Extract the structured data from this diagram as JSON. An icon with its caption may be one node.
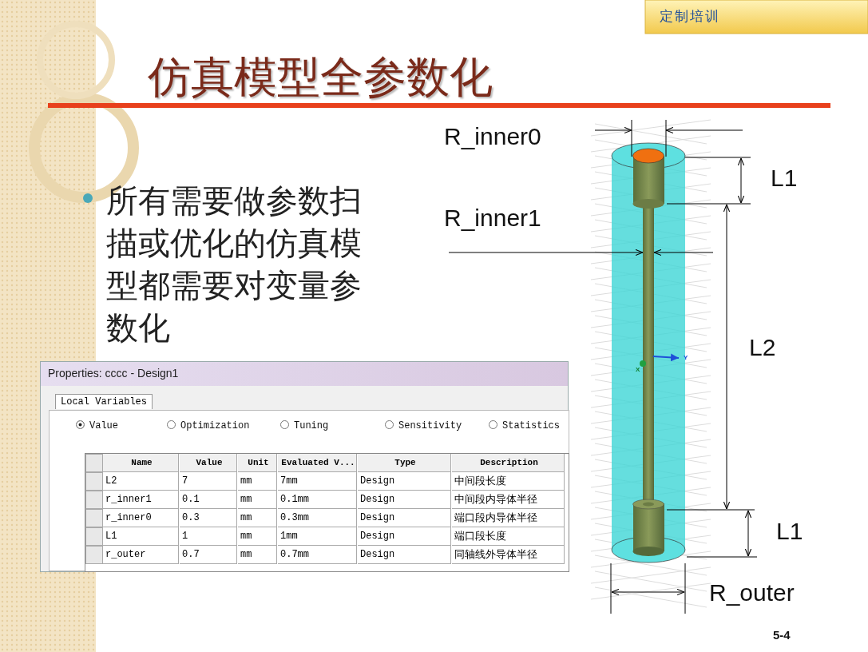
{
  "diagram": {
    "title": "仿真模型全参数化",
    "labels": [
      "定制培训",
      "所有需要做参数扫描或优化的仿真模型都需要对变量参数化",
      "R_inner0",
      "L1",
      "R_inner1",
      "L2",
      "Y",
      "X",
      "Properties: cccc - Design1",
      "Local Variables",
      "Value",
      "Optimization",
      "Tuning",
      "Sensitivity",
      "Statistics",
      "Name",
      "Value",
      "Unit",
      "Evaluated V...",
      "Type",
      "Description",
      "L2",
      "7",
      "mm",
      "7mm",
      "Design",
      "中间段长度",
      "r_inner1",
      "0.1",
      "mm",
      "0.1mm",
      "Design",
      "中间段内导体半径",
      "r_inner0",
      "0.3",
      "mm",
      "0.3mm",
      "Design",
      "端口段内导体半径",
      "L1",
      "1",
      "mm",
      "1mm",
      "Design",
      "端口段长度",
      "r_outer",
      "0.7",
      "mm",
      "0.7mm",
      "Design",
      "同轴线外导体半径",
      "L1",
      "R_outer",
      "5-4"
    ]
  }
}
